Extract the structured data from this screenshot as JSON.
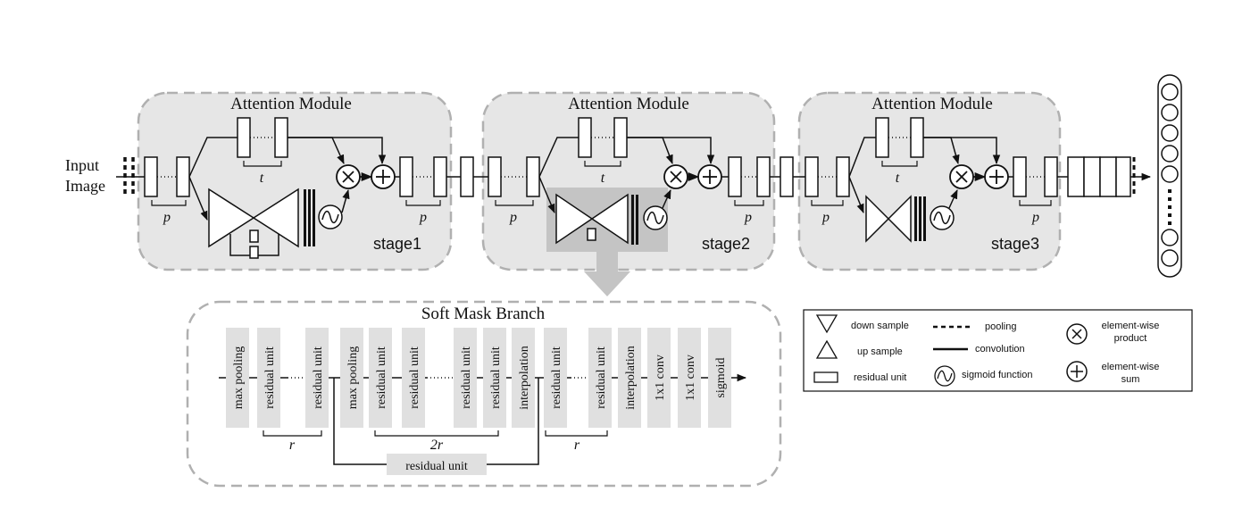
{
  "input_label": {
    "line1": "Input",
    "line2": "Image"
  },
  "modules": [
    {
      "title": "Attention Module",
      "stage": "stage1",
      "trunk_param": "t",
      "pre_param": "p",
      "post_param": "p"
    },
    {
      "title": "Attention Module",
      "stage": "stage2",
      "trunk_param": "t",
      "pre_param": "p",
      "post_param": "p"
    },
    {
      "title": "Attention Module",
      "stage": "stage3",
      "trunk_param": "t",
      "pre_param": "p",
      "post_param": "p"
    }
  ],
  "soft_mask": {
    "title": "Soft Mask Branch",
    "units": [
      "max pooling",
      "residual unit",
      "residual unit",
      "max pooling",
      "residual unit",
      "residual unit",
      "residual unit",
      "residual unit",
      "interpolation",
      "residual unit",
      "residual unit",
      "interpolation",
      "1x1 conv",
      "1x1 conv",
      "sigmoid"
    ],
    "brace_r1": "r",
    "brace_2r": "2r",
    "brace_r2": "r",
    "skip_label": "residual unit"
  },
  "legend": {
    "down_sample": "down sample",
    "up_sample": "up sample",
    "residual_unit": "residual unit",
    "pooling": "pooling",
    "convolution": "convolution",
    "sigmoid_function": "sigmoid function",
    "elementwise_product": [
      "element-wise",
      "product"
    ],
    "elementwise_sum": [
      "element-wise",
      "sum"
    ]
  },
  "colors": {
    "module_fill": "#e6e6e6",
    "module_border": "#b0b0b0",
    "highlight_fill": "#c4c4c4",
    "unit_fill": "#e0e0e0",
    "line": "#111111"
  }
}
